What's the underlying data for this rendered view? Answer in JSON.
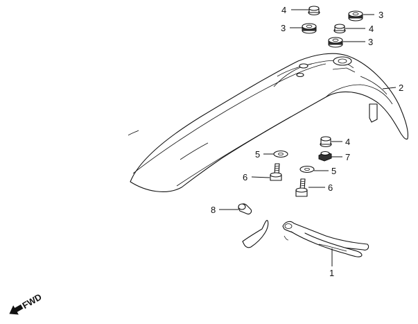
{
  "callouts": {
    "c1": "1",
    "c2": "2",
    "c3a": "3",
    "c3b": "3",
    "c3c": "3",
    "c4a": "4",
    "c4b": "4",
    "c4c": "4",
    "c5a": "5",
    "c5b": "5",
    "c6a": "6",
    "c6b": "6",
    "c7": "7",
    "c8": "8"
  },
  "direction_marker": {
    "label": "FWD",
    "icon": "arrow-forward-icon"
  }
}
